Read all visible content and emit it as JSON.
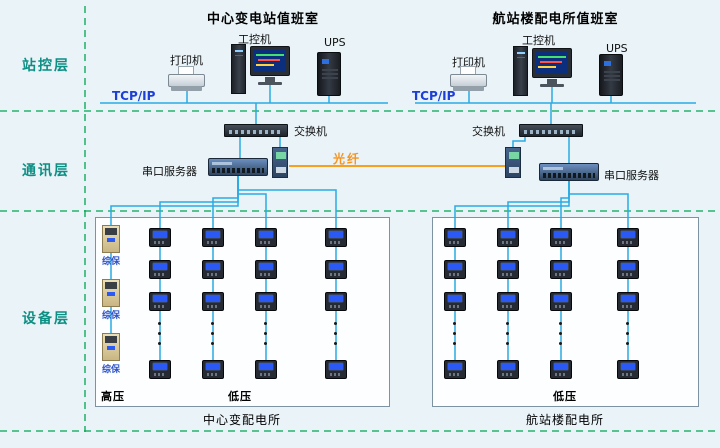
{
  "colors": {
    "background": "#e9f3f8",
    "network_line_blue": "#29abe2",
    "fiber_orange": "#f7941d",
    "layer_divider_green": "#00a651",
    "tcpip_text_blue": "#1d3fd9",
    "layer_label_teal": "#0d8f84",
    "meter_screen_blue": "#2b59f5"
  },
  "layer_labels": [
    {
      "label": "站控层"
    },
    {
      "label": "通讯层"
    },
    {
      "label": "设备层"
    }
  ],
  "fiber": {
    "label": "光纤"
  },
  "stations": [
    {
      "title": "中心变电站值班室",
      "printer_label": "打印机",
      "pc_label": "工控机",
      "ups_label": "UPS",
      "network_label": "TCP/IP",
      "switch_label": "交换机",
      "serial_server_label": "串口服务器",
      "device_box": {
        "caption": "中心变配电所",
        "hv_label": "高压",
        "lv_label": "低压",
        "protection_label": "综保",
        "protection_units": 3,
        "meter_columns": 4,
        "meter_rows_visible": 3,
        "meter_rows_bottom": 1
      }
    },
    {
      "title": "航站楼配电所值班室",
      "printer_label": "打印机",
      "pc_label": "工控机",
      "ups_label": "UPS",
      "network_label": "TCP/IP",
      "switch_label": "交换机",
      "serial_server_label": "串口服务器",
      "device_box": {
        "caption": "航站楼配电所",
        "lv_label": "低压",
        "meter_columns": 4,
        "meter_rows_visible": 3,
        "meter_rows_bottom": 1
      }
    }
  ]
}
